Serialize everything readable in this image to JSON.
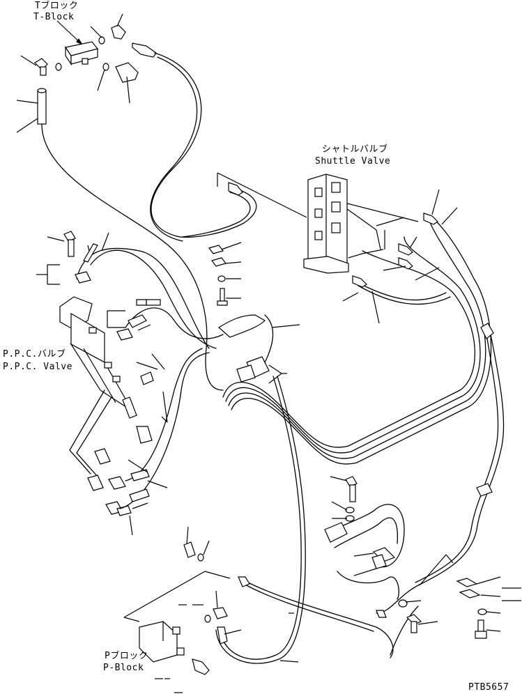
{
  "labels": {
    "t_block_jp": "Tブロック",
    "t_block_en": "T-Block",
    "shuttle_valve_jp": "シャトルバルブ",
    "shuttle_valve_en": "Shuttle Valve",
    "ppc_valve_jp": "P.P.C.バルブ",
    "ppc_valve_en": "P.P.C. Valve",
    "p_block_jp": "Pブロック",
    "p_block_en": "P-Block",
    "drawing_code": "PTB5657"
  }
}
